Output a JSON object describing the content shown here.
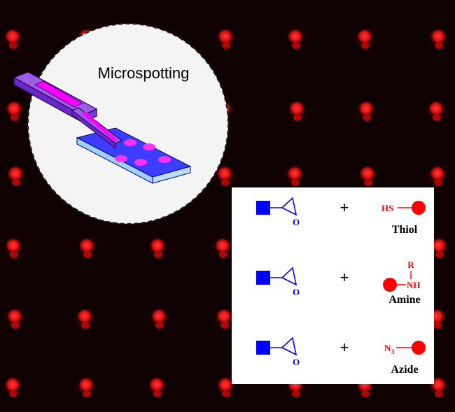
{
  "callout": {
    "title": "Microspotting"
  },
  "reactions": [
    {
      "plus": "+",
      "group": "HS",
      "name": "Thiol",
      "epoxide_o": "O"
    },
    {
      "plus": "+",
      "group": "NH",
      "substituent": "R",
      "name": "Amine",
      "epoxide_o": "O"
    },
    {
      "plus": "+",
      "group": "N",
      "subscript": "3",
      "name": "Azide",
      "epoxide_o": "O"
    }
  ],
  "colors": {
    "background": "#100202",
    "spot": "#ff1a1a",
    "substrate": "#0000ff",
    "reagent": "#ff0000",
    "spotter": "#8a2be2",
    "spotter_inner": "#ff00ff"
  },
  "icons": {
    "substrate_square": "square-icon",
    "reagent_circle": "circle-icon",
    "epoxide": "epoxide-icon",
    "spotter": "pipette-icon",
    "slide": "glass-slide-icon"
  }
}
